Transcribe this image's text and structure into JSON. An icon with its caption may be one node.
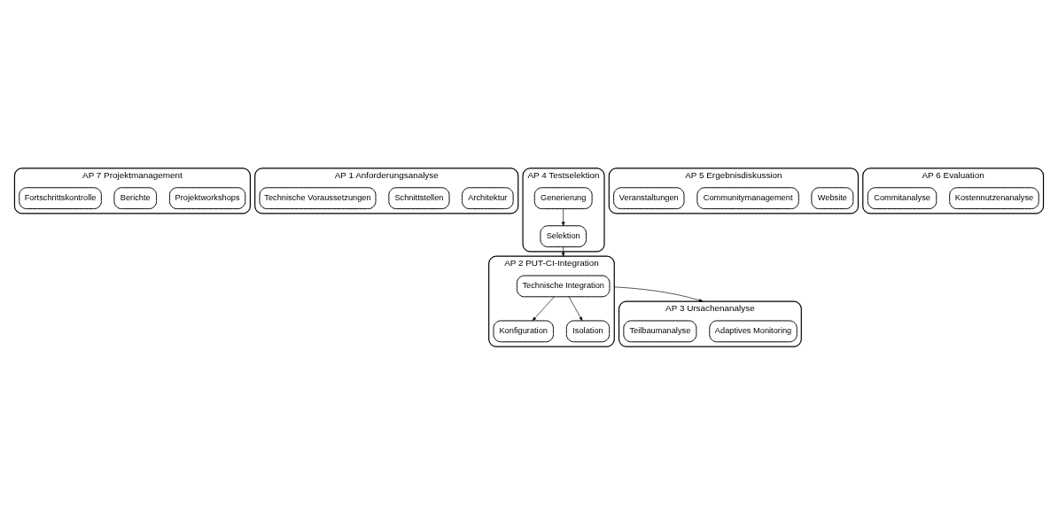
{
  "diagram": {
    "nodes": [
      {
        "text": [
          "AP 7 Projektmanagement"
        ]
      },
      {
        "text": [
          "Projektworkshops"
        ],
        "in": 0
      },
      {
        "text": [
          "Berichte"
        ],
        "in": 0
      },
      {
        "text": [
          "Fortschrittskontrolle"
        ],
        "in": 0
      },
      {
        "text": [
          "AP 1 Anforderungsanalyse"
        ]
      },
      {
        "text": [
          "Architektur"
        ],
        "in": 4
      },
      {
        "text": [
          "Schnittstellen"
        ],
        "in": 4
      },
      {
        "text": [
          "Technische Voraussetzungen"
        ],
        "in": 4
      },
      {
        "text": [
          "AP 3 Ursachenanalyse"
        ]
      },
      {
        "text": [
          "Adaptives Monitoring"
        ],
        "in": 8
      },
      {
        "text": [
          "Teilbaumanalyse"
        ],
        "in": 8
      },
      {
        "text": [
          "AP 2 PUT-CI-Integration"
        ]
      },
      {
        "text": [
          "Technische Integration"
        ],
        "in": 11
      },
      {
        "text": [
          "Konfiguration"
        ],
        "in": 11
      },
      {
        "text": [
          "Isolation"
        ],
        "in": 11
      },
      {
        "text": [
          "AP 4 Testselektion"
        ]
      },
      {
        "text": [
          "Generierung"
        ],
        "in": 15
      },
      {
        "text": [
          "Selektion"
        ],
        "in": 15
      },
      {
        "text": [
          "AP 5 Ergebnisdiskussion"
        ]
      },
      {
        "text": [
          "Website"
        ],
        "in": 18
      },
      {
        "text": [
          "Communitymanagement"
        ],
        "in": 18
      },
      {
        "text": [
          "Veranstaltungen"
        ],
        "in": 18
      },
      {
        "text": [
          "AP 6 Evaluation"
        ]
      },
      {
        "text": [
          "Kostennutzenanalyse"
        ],
        "in": 22
      },
      {
        "text": [
          "Commitanalyse"
        ],
        "in": 22
      }
    ],
    "edges": [
      {
        "from": 11,
        "to": 8,
        "arrow": "to"
      },
      {
        "from": 12,
        "to": 13,
        "arrow": "to"
      },
      {
        "from": 12,
        "to": 14,
        "arrow": "to"
      },
      {
        "from": 16,
        "to": 17,
        "arrow": "to"
      },
      {
        "from": 17,
        "to": 11,
        "arrow": "to"
      }
    ]
  }
}
